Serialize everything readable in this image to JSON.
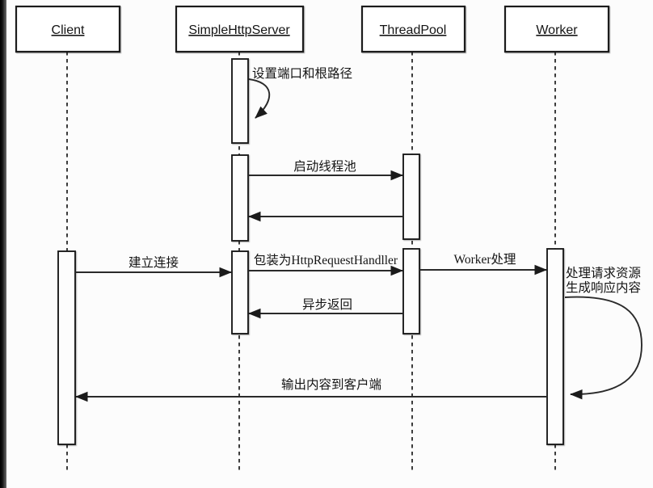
{
  "diagram": {
    "type": "uml-sequence",
    "actors": [
      {
        "name": "Client"
      },
      {
        "name": "SimpleHttpServer"
      },
      {
        "name": "ThreadPool"
      },
      {
        "name": "Worker"
      }
    ],
    "messages": {
      "set_port": "设置端口和根路径",
      "start_pool": "启动线程池",
      "connect": "建立连接",
      "wrap_handler": "包装为HttpRequestHandller",
      "worker_handle": "Worker处理",
      "process_line1": "处理请求资源",
      "process_line2": "生成响应内容",
      "async_return": "异步返回",
      "output": "输出内容到客户端"
    },
    "colors": {
      "line": "#1b1b1b",
      "background": "#fcfcfc",
      "left_strip": "#161616",
      "box_fill": "#ffffff"
    }
  }
}
